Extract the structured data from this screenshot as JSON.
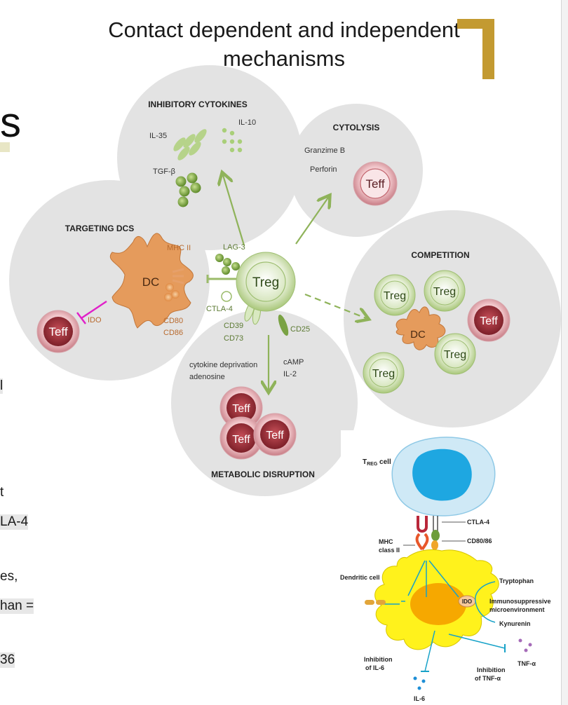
{
  "slide": {
    "title_line1": "Contact dependent and independent",
    "title_line2": "mechanisms",
    "left_cutoff": {
      "s": "s",
      "l": "l",
      "t": "t",
      "ctla4": "LA-4",
      "es": "es,",
      "han": "han =",
      "86": "36"
    }
  },
  "diagram": {
    "center_cell": "Treg",
    "inhibitory": {
      "heading": "INHIBITORY CYTOKINES",
      "il35": "IL-35",
      "il10": "IL-10",
      "tgfb": "TGF-β"
    },
    "cytolysis": {
      "heading": "CYTOLYSIS",
      "granzyme": "Granzime B",
      "perforin": "Perforin",
      "teff": "Teff"
    },
    "targeting_dcs": {
      "heading": "TARGETING DCS",
      "mhc": "MHC II",
      "dc": "DC",
      "ido": "IDO",
      "teff": "Teff",
      "cd80": "CD80",
      "cd86": "CD86"
    },
    "center_labels": {
      "lag3": "LAG-3",
      "ctla4": "CTLA-4",
      "cd39": "CD39",
      "cd73": "CD73",
      "cd25": "CD25"
    },
    "competition": {
      "heading": "COMPETITION",
      "treg1": "Treg",
      "treg2": "Treg",
      "teff": "Teff",
      "dc": "DC",
      "treg3": "Treg",
      "treg4": "Treg"
    },
    "metabolic": {
      "heading": "METABOLIC DISRUPTION",
      "deprivation": "cytokine deprivation",
      "adenosine": "adenosine",
      "camp": "cAMP",
      "il2": "IL-2",
      "teff1": "Teff",
      "teff2": "Teff",
      "teff3": "Teff"
    }
  },
  "inset": {
    "treg_cell_T": "T",
    "treg_cell_sub": "REG",
    "treg_cell_rest": " cell",
    "ctla4": "CTLA-4",
    "mhc1": "MHC",
    "mhc2": "class II",
    "cd8086": "CD80/86",
    "dendritic": "Dendritic cell",
    "tryptophan": "Tryptophan",
    "ido": "IDO",
    "immuno1": "Immunosuppressive",
    "immuno2": "microenvironment",
    "kynurenin": "Kynurenin",
    "inh_il6_1": "Inhibition",
    "inh_il6_2": "of IL-6",
    "inh_tnf_1": "Inhibition",
    "inh_tnf_2": "of TNF-α",
    "tnf": "TNF-α",
    "il6": "IL-6"
  },
  "colors": {
    "accent_gold": "#c39a31",
    "bubble_grey": "#e3e3e3",
    "treg_green": "#8fb35a",
    "teff_red": "#a8323a",
    "dc_orange": "#e39a5a",
    "inhibit_magenta": "#e020c8",
    "inset_yellow": "#fff21c",
    "inset_nucleus_blue": "#1ea7e1"
  }
}
